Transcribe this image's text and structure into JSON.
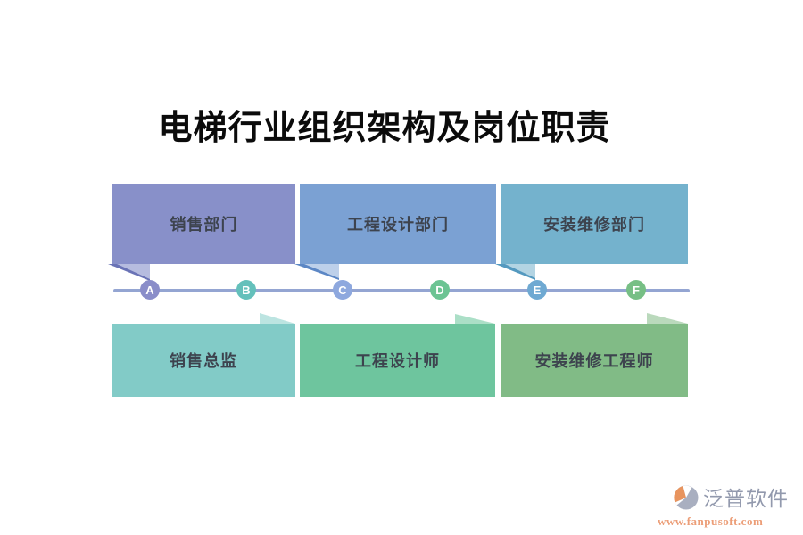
{
  "title": "电梯行业组织架构及岗位职责",
  "diagram": {
    "top_row": [
      {
        "label": "销售部门",
        "fill": "#8890c9",
        "tail_light": "#b6bcdf",
        "tail_dark": "#6a73b6"
      },
      {
        "label": "工程设计部门",
        "fill": "#7ba1d3",
        "tail_light": "#bdd0ea",
        "tail_dark": "#5c87c5"
      },
      {
        "label": "安装维修部门",
        "fill": "#74b2cd",
        "tail_light": "#b3d4e3",
        "tail_dark": "#5499bf"
      }
    ],
    "bottom_row": [
      {
        "label": "销售总监",
        "fill": "#82cbc7",
        "tail_light": "#bce4e1"
      },
      {
        "label": "工程设计师",
        "fill": "#6ec59e",
        "tail_light": "#abdfc7"
      },
      {
        "label": "安装维修工程师",
        "fill": "#81bb86",
        "tail_light": "#bad9bc"
      }
    ],
    "timeline": {
      "line_color": "#94a5d2",
      "nodes": [
        {
          "label": "A",
          "fill": "#8a8dc9"
        },
        {
          "label": "B",
          "fill": "#64c0bb"
        },
        {
          "label": "C",
          "fill": "#8ea8de"
        },
        {
          "label": "D",
          "fill": "#6cc493"
        },
        {
          "label": "E",
          "fill": "#6fa9d2"
        },
        {
          "label": "F",
          "fill": "#77bf85"
        }
      ]
    }
  },
  "footer": {
    "brand": "泛普软件",
    "url": "www.fanpusoft.com",
    "brand_color": "#9299ad",
    "url_color": "#ec9e78",
    "logo_gray": "#a9afc0",
    "logo_orange": "#e8945e"
  }
}
